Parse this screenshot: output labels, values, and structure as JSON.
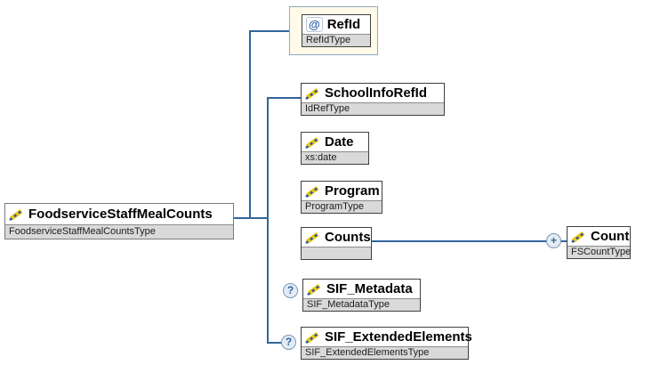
{
  "diagram_title": "FoodserviceStaffMealCounts XML schema diagram",
  "colors": {
    "connector": "#31669b",
    "type_row_bg": "#d9d9d9",
    "attr_container_bg": "#fffbe8",
    "icon_yellow": "#efc70f",
    "icon_blue": "#2b5aa8",
    "badge_text": "#31669b"
  },
  "badges": {
    "optional_glyph": "?",
    "repeat_glyph": "+"
  },
  "icons": {
    "attribute_glyph": "@"
  },
  "nodes": {
    "root": {
      "name": "FoodserviceStaffMealCounts",
      "type": "FoodserviceStaffMealCountsType"
    },
    "refid": {
      "name": "RefId",
      "type": "RefIdType"
    },
    "school_info_refid": {
      "name": "SchoolInfoRefId",
      "type": "IdRefType"
    },
    "date": {
      "name": "Date",
      "type": "xs:date"
    },
    "program": {
      "name": "Program",
      "type": "ProgramType"
    },
    "counts": {
      "name": "Counts",
      "type": ""
    },
    "count": {
      "name": "Count",
      "type": "FSCountType"
    },
    "sif_metadata": {
      "name": "SIF_Metadata",
      "type": "SIF_MetadataType"
    },
    "sif_extended_elements": {
      "name": "SIF_ExtendedElements",
      "type": "SIF_ExtendedElementsType"
    }
  }
}
